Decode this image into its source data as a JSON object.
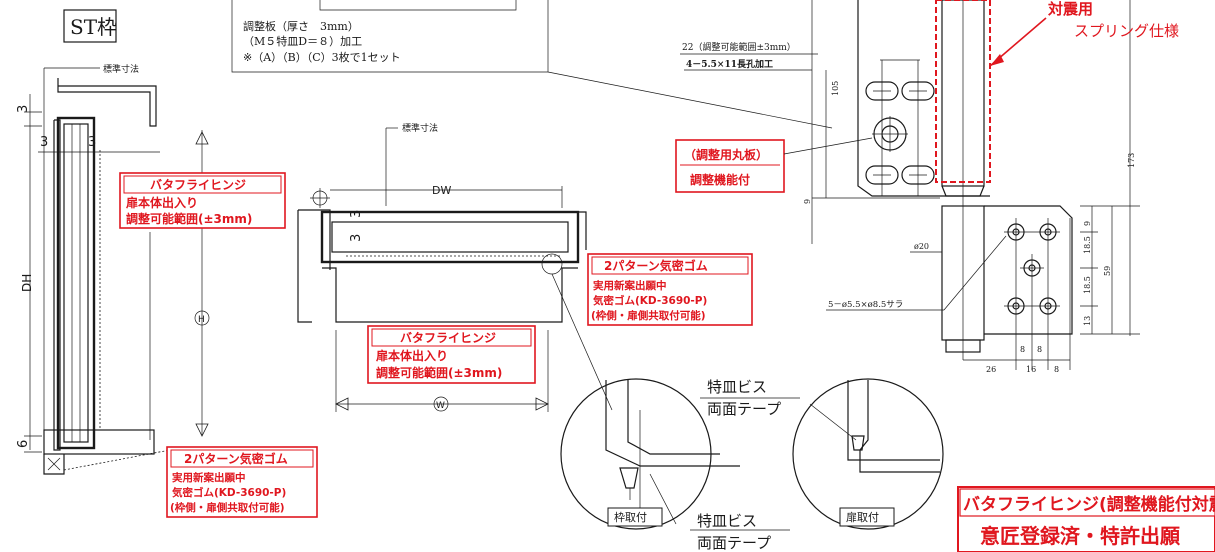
{
  "frame_label": "ST枠",
  "standard_dim": "標準寸法",
  "spec_box": {
    "line1": "調整板（厚さ　3mm）",
    "line2": "（M５特皿D＝８）加工",
    "line3": "※（A）（B）（C）3枚で1セット"
  },
  "seismic": {
    "line1": "対震用",
    "line2": "スプリング仕様"
  },
  "hinge_detail": {
    "adjust_range": "22（調整可能範囲±3mm）",
    "slot": "4－5.5×11長孔加工",
    "round_plate": "（調整用丸板）",
    "adjust_func": "調整機能付",
    "hole": "5－ø5.5×ø8.5サラ",
    "dia": "ø20",
    "dims": {
      "d105": "105",
      "d9a": "9",
      "d9b": "9",
      "d173": "173",
      "d185a": "18.5",
      "d185b": "18.5",
      "d59": "59",
      "d13": "13",
      "d8a": "8",
      "d8b": "8",
      "d26": "26",
      "d16": "16",
      "d8c": "8"
    }
  },
  "callout_hinge": {
    "title": "バタフライヒンジ",
    "line1": "扉本体出入り",
    "line2": "調整可能範囲(±3mm)"
  },
  "callout_gasket": {
    "title": "2パターン気密ゴム",
    "line1": "実用新案出願中",
    "line2": "気密ゴム(KD-3690-P)",
    "line3": "(枠側・扉側共取付可能)"
  },
  "left_dims": {
    "dh": "DH",
    "top3": "3",
    "s3a": "3",
    "s3b": "3",
    "bot6": "6",
    "h_mark": "H"
  },
  "plan": {
    "dw": "DW",
    "w_mark": "W",
    "d3a": "3",
    "d3b": "3"
  },
  "details": {
    "screw": "特皿ビス",
    "tape": "両面テープ",
    "frame_mount": "枠取付",
    "door_mount": "扉取付"
  },
  "banner": {
    "line1": "バタフライヒンジ(調整機能付対震",
    "line2": "意匠登録済・特許出願"
  },
  "colors": {
    "accent": "#e0171f",
    "ink": "#1a1a1a"
  }
}
